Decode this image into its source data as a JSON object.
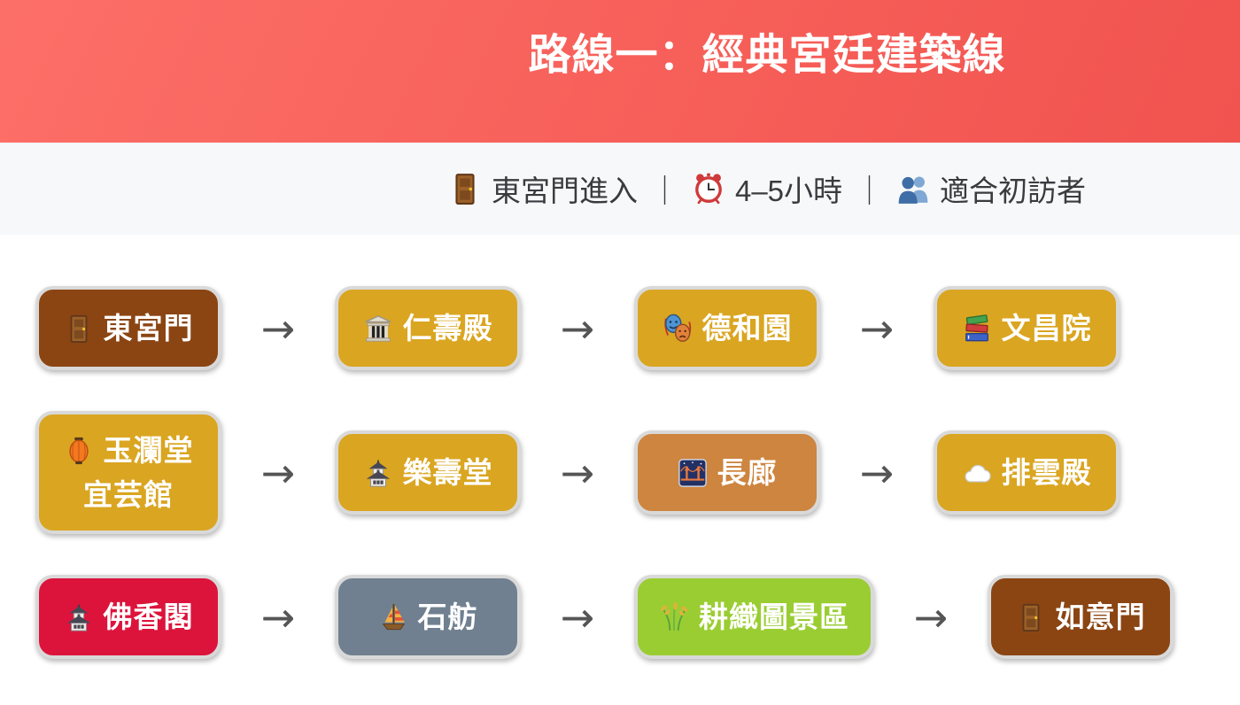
{
  "header": {
    "title": "路線一：經典宮廷建築線",
    "bg_gradient": [
      "#fc6f68",
      "#f1534f"
    ],
    "text_color": "#ffffff"
  },
  "meta_bar": {
    "bg": "#f6f8f9",
    "text_color": "#3a3a3f",
    "separator": "｜",
    "items": [
      {
        "icon": "door-icon",
        "label": "東宮門進入"
      },
      {
        "icon": "alarm-clock-icon",
        "label": "4–5小時"
      },
      {
        "icon": "busts-icon",
        "label": "適合初訪者"
      }
    ]
  },
  "route": {
    "arrow": "→",
    "arrow_color": "#555555",
    "card_border_color": "#d9d9d9",
    "rows": [
      {
        "stops": [
          {
            "label": "東宮門",
            "icon": "door-icon",
            "bg": "#8b4513"
          },
          {
            "label": "仁壽殿",
            "icon": "classical-building-icon",
            "bg": "#daa520"
          },
          {
            "label": "德和園",
            "icon": "performing-arts-icon",
            "bg": "#daa520"
          },
          {
            "label": "文昌院",
            "icon": "books-icon",
            "bg": "#daa520"
          }
        ]
      },
      {
        "stops": [
          {
            "label": "玉瀾堂",
            "label2": "宜芸館",
            "icon": "lantern-icon",
            "bg": "#daa520"
          },
          {
            "label": "樂壽堂",
            "icon": "castle-icon",
            "bg": "#daa520"
          },
          {
            "label": "長廊",
            "icon": "bridge-night-icon",
            "bg": "#cd853f"
          },
          {
            "label": "排雲殿",
            "icon": "cloud-icon",
            "bg": "#daa520"
          }
        ]
      },
      {
        "stops": [
          {
            "label": "佛香閣",
            "icon": "castle-icon",
            "bg": "#dc143c"
          },
          {
            "label": "石舫",
            "icon": "sailboat-icon",
            "bg": "#708090"
          },
          {
            "label": "耕織圖景區",
            "icon": "rice-icon",
            "bg": "#9acd32"
          },
          {
            "label": "如意門",
            "icon": "door-icon",
            "bg": "#8b4513"
          }
        ]
      }
    ]
  }
}
